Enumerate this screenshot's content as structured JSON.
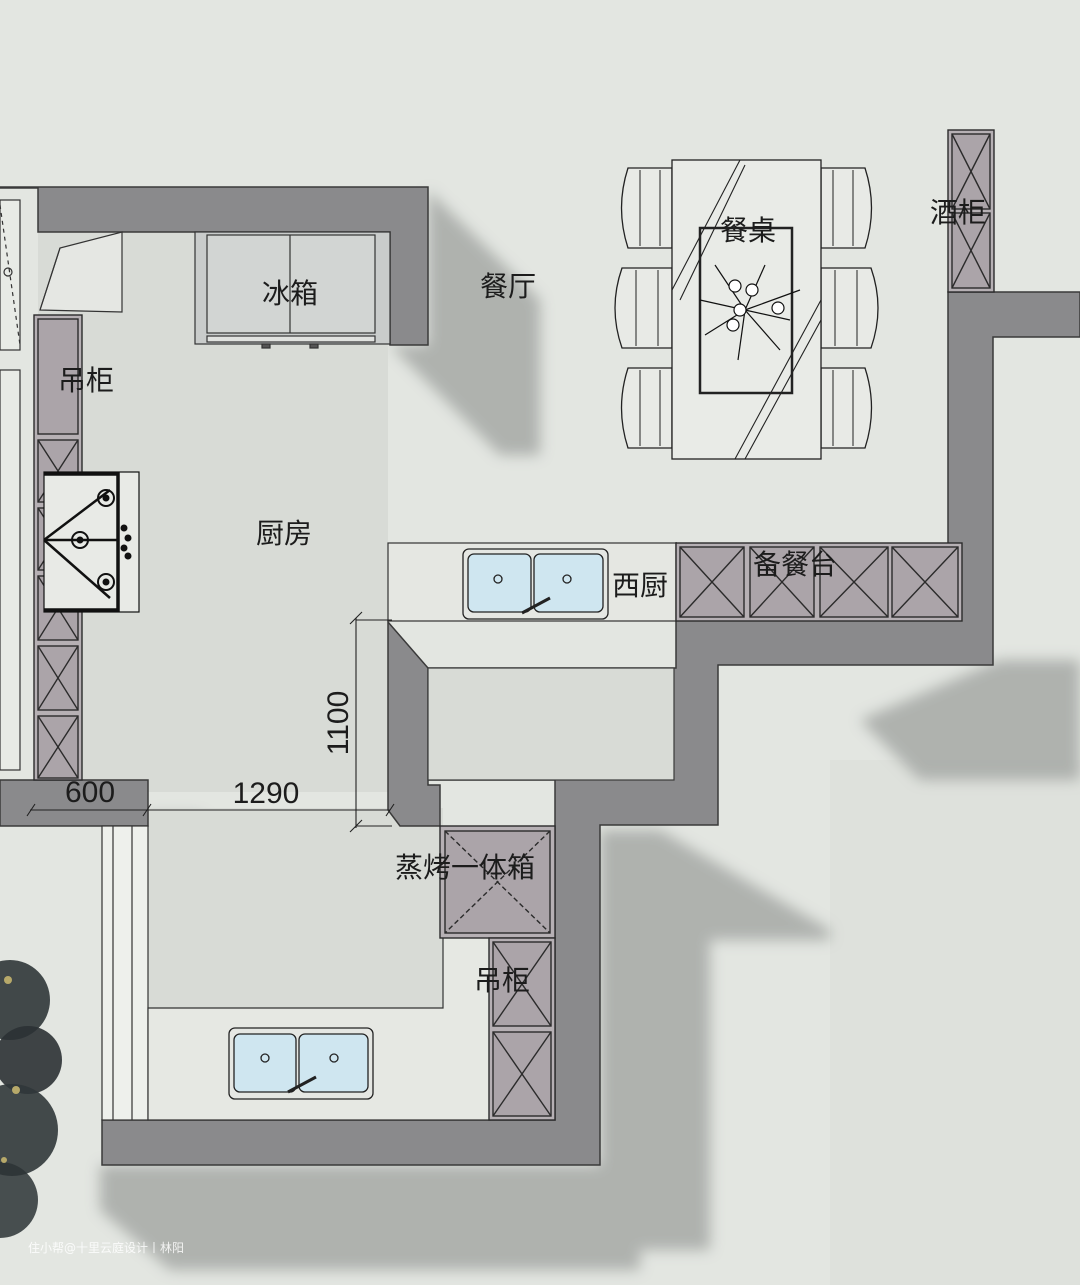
{
  "labels": {
    "fridge": "冰箱",
    "dining_room": "餐厅",
    "dining_table": "餐桌",
    "wine_cabinet": "酒柜",
    "wall_cabinet_left": "吊柜",
    "kitchen": "厨房",
    "western_kitchen": "西厨",
    "serving_counter": "备餐台",
    "steam_oven": "蒸烤一体箱",
    "wall_cabinet_right": "吊柜"
  },
  "dimensions": {
    "width_600": "600",
    "width_1290": "1290",
    "depth_1100": "1100"
  },
  "watermark": "住小帮@十里云庭设计丨林阳",
  "colors": {
    "background": "#e3e6e1",
    "wall": "#8a8a8c",
    "floor": "#d9dcd7",
    "cabinet": "#aca5aa",
    "sink_basin": "#cfe6f0",
    "shadow": "#a9aca9"
  }
}
